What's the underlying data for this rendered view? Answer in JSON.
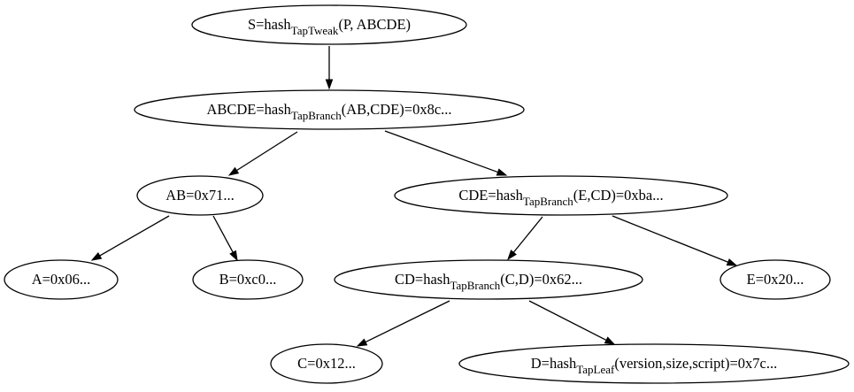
{
  "nodes": {
    "S": {
      "pre": "S=hash",
      "sub": "TapTweak",
      "post": "(P, ABCDE)"
    },
    "ABCDE": {
      "pre": "ABCDE=hash",
      "sub": "TapBranch",
      "post": "(AB,CDE)=0x8c..."
    },
    "AB": {
      "pre": "AB=0x71..."
    },
    "CDE": {
      "pre": "CDE=hash",
      "sub": "TapBranch",
      "post": "(E,CD)=0xba..."
    },
    "A": {
      "pre": "A=0x06..."
    },
    "B": {
      "pre": "B=0xc0..."
    },
    "CD": {
      "pre": "CD=hash",
      "sub": "TapBranch",
      "post": "(C,D)=0x62..."
    },
    "E": {
      "pre": "E=0x20..."
    },
    "C": {
      "pre": "C=0x12..."
    },
    "D": {
      "pre": "D=hash",
      "sub": "TapLeaf",
      "post": "(version,size,script)=0x7c..."
    }
  },
  "edges": [
    [
      "S",
      "ABCDE"
    ],
    [
      "ABCDE",
      "AB"
    ],
    [
      "ABCDE",
      "CDE"
    ],
    [
      "AB",
      "A"
    ],
    [
      "AB",
      "B"
    ],
    [
      "CDE",
      "CD"
    ],
    [
      "CDE",
      "E"
    ],
    [
      "CD",
      "C"
    ],
    [
      "CD",
      "D"
    ]
  ],
  "colors": {
    "stroke": "#000000",
    "fill": "#ffffff",
    "text": "#000000"
  }
}
